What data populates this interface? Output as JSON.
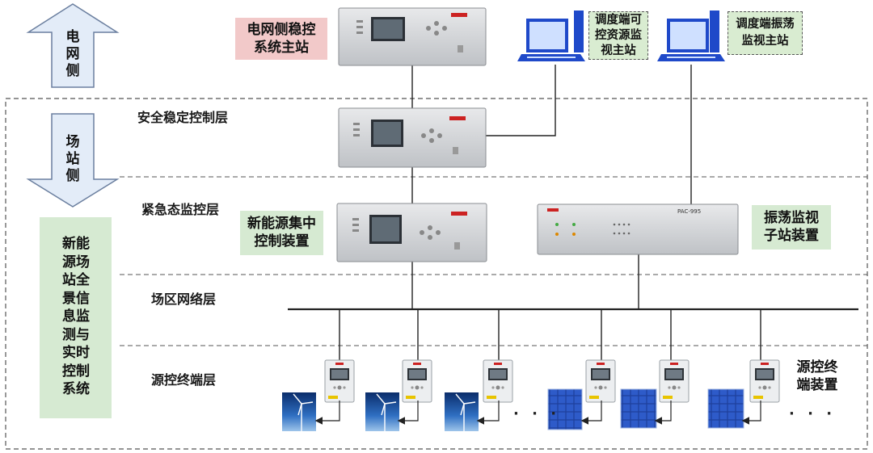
{
  "side_labels": {
    "grid_side": [
      "电",
      "网",
      "侧"
    ],
    "station_side": [
      "场",
      "站",
      "侧"
    ]
  },
  "system_name": [
    "新能",
    "源场",
    "站全",
    "景信",
    "息监",
    "测与",
    "实时",
    "控制",
    "系统"
  ],
  "layers": {
    "security_control": "安全稳定控制层",
    "emergency_monitor": "紧急态监控层",
    "station_network": "场区网络层",
    "source_terminal": "源控终端层"
  },
  "boxes": {
    "grid_master": [
      "电网侧稳控",
      "系统主站"
    ],
    "dispatch_source_monitor": [
      "调度端可",
      "控资源监",
      "视主站"
    ],
    "dispatch_oscillation_monitor": [
      "调度端振荡",
      "监视主站"
    ],
    "new_energy_central": [
      "新能源集中",
      "控制装置"
    ],
    "oscillation_substation": [
      "振荡监视",
      "子站装置"
    ],
    "source_terminal_device": [
      "源控终",
      "端装置"
    ]
  },
  "ellipsis": "· · ·",
  "device_model": "PAC-995",
  "colors": {
    "pink_box": "#f2c9c9",
    "green_box": "#d6ead2",
    "green_dashed_box": "#d9ecd1",
    "arrow_fill": "#e3ecf8",
    "arrow_stroke": "#6b7f9f",
    "monitor_blue": "#1f49c9"
  }
}
